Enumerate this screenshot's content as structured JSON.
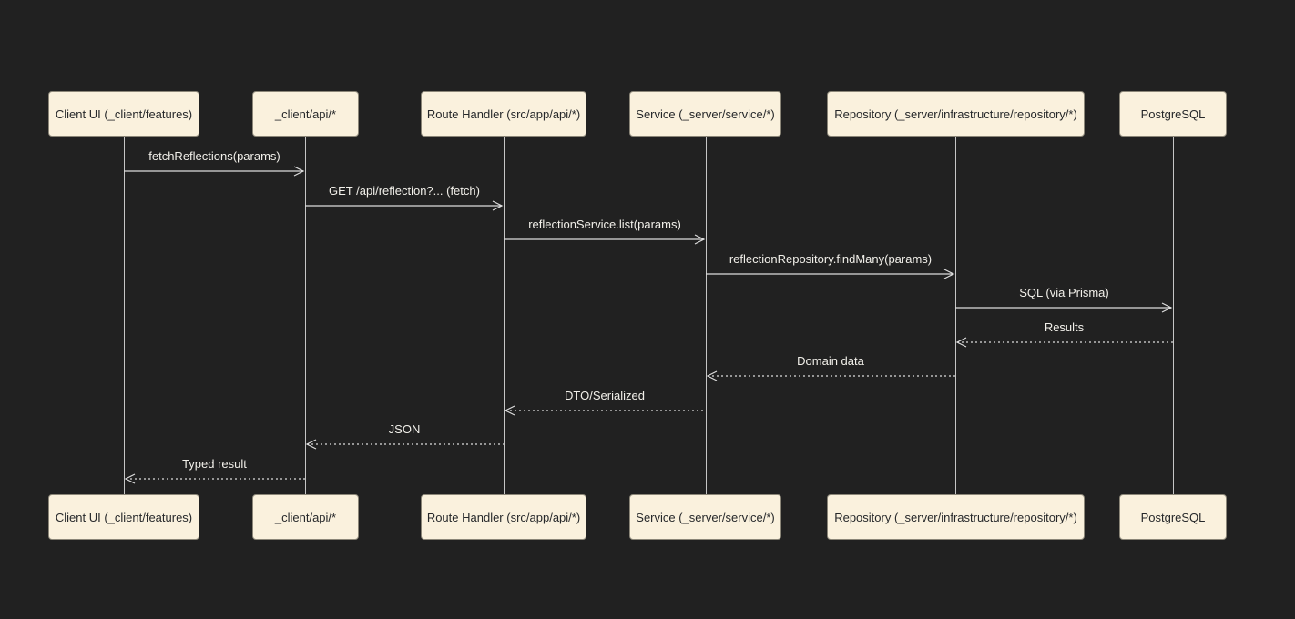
{
  "diagram": {
    "type": "sequence-diagram",
    "theme": {
      "background_color": "#212121",
      "actor_fill": "#faf1dd",
      "actor_border": "#8b8678",
      "actor_text_color": "#26282a",
      "line_color": "#dddddd",
      "message_text_color": "#f2f0ea"
    }
  },
  "actors": [
    {
      "id": "client-ui",
      "label": "Client UI (_client/features)"
    },
    {
      "id": "client-api",
      "label": "_client/api/*"
    },
    {
      "id": "route-handler",
      "label": "Route Handler (src/app/api/*)"
    },
    {
      "id": "service",
      "label": "Service (_server/service/*)"
    },
    {
      "id": "repository",
      "label": "Repository (_server/infrastructure/repository/*)"
    },
    {
      "id": "postgresql",
      "label": "PostgreSQL"
    }
  ],
  "messages": [
    {
      "from": "client-ui",
      "to": "client-api",
      "label": "fetchReflections(params)",
      "style": "solid",
      "direction": "right"
    },
    {
      "from": "client-api",
      "to": "route-handler",
      "label": "GET /api/reflection?... (fetch)",
      "style": "solid",
      "direction": "right"
    },
    {
      "from": "route-handler",
      "to": "service",
      "label": "reflectionService.list(params)",
      "style": "solid",
      "direction": "right"
    },
    {
      "from": "service",
      "to": "repository",
      "label": "reflectionRepository.findMany(params)",
      "style": "solid",
      "direction": "right"
    },
    {
      "from": "repository",
      "to": "postgresql",
      "label": "SQL (via Prisma)",
      "style": "solid",
      "direction": "right"
    },
    {
      "from": "postgresql",
      "to": "repository",
      "label": "Results",
      "style": "dashed",
      "direction": "left"
    },
    {
      "from": "repository",
      "to": "service",
      "label": "Domain data",
      "style": "dashed",
      "direction": "left"
    },
    {
      "from": "service",
      "to": "route-handler",
      "label": "DTO/Serialized",
      "style": "dashed",
      "direction": "left"
    },
    {
      "from": "route-handler",
      "to": "client-api",
      "label": "JSON",
      "style": "dashed",
      "direction": "left"
    },
    {
      "from": "client-api",
      "to": "client-ui",
      "label": "Typed result",
      "style": "dashed",
      "direction": "left"
    }
  ]
}
